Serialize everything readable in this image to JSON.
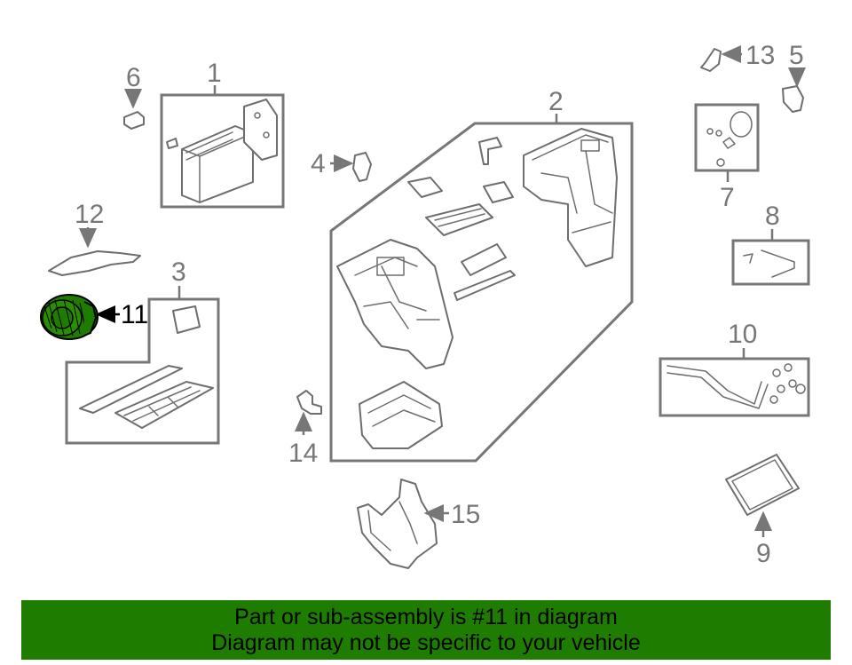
{
  "diagram": {
    "highlight_color": "#1e7d00",
    "line_color": "#777777",
    "callouts": {
      "c1": "1",
      "c2": "2",
      "c3": "3",
      "c4": "4",
      "c5": "5",
      "c6": "6",
      "c7": "7",
      "c8": "8",
      "c9": "9",
      "c10": "10",
      "c11": "11",
      "c12": "12",
      "c13": "13",
      "c14": "14",
      "c15": "15"
    }
  },
  "banner": {
    "line1": "Part or sub-assembly is #11 in diagram",
    "line2": "Diagram may not be specific to your vehicle"
  }
}
